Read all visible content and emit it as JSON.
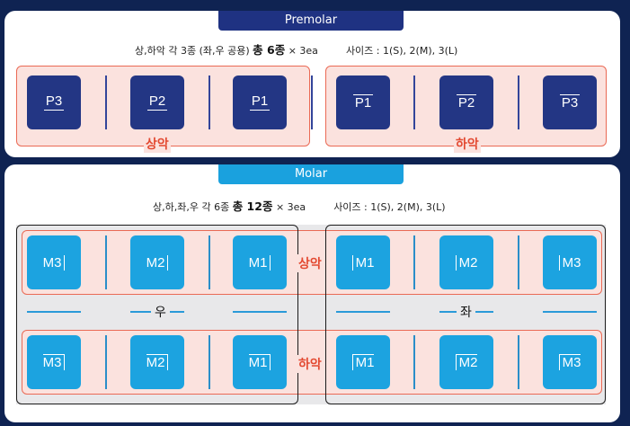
{
  "premolar": {
    "title": "Premolar",
    "info_prefix": "상,하악 각 3종 (좌,우 공용)",
    "info_total": "총 6종",
    "info_mult": "× 3ea",
    "info_sizes": "사이즈 : 1(S), 2(M), 3(L)",
    "upper_label": "상악",
    "lower_label": "하악",
    "upper_teeth": [
      "P3",
      "P2",
      "P1"
    ],
    "lower_teeth": [
      "P1",
      "P2",
      "P3"
    ],
    "colors": {
      "tile": "#233684",
      "region_fill": "#fbe2de",
      "region_border": "#ea6a55"
    }
  },
  "molar": {
    "title": "Molar",
    "info_prefix": "상,하,좌,우 각 6종",
    "info_total": "총 12종",
    "info_mult": "× 3ea",
    "info_sizes": "사이즈 : 1(S), 2(M), 3(L)",
    "upper_label": "상악",
    "lower_label": "하악",
    "right_label": "우",
    "left_label": "좌",
    "right_upper": [
      "M3",
      "M2",
      "M1"
    ],
    "left_upper": [
      "M1",
      "M2",
      "M3"
    ],
    "right_lower": [
      "M3",
      "M2",
      "M1"
    ],
    "left_lower": [
      "M1",
      "M2",
      "M3"
    ],
    "colors": {
      "tile": "#1ca3e0",
      "accent_label": "#e34a32"
    }
  }
}
